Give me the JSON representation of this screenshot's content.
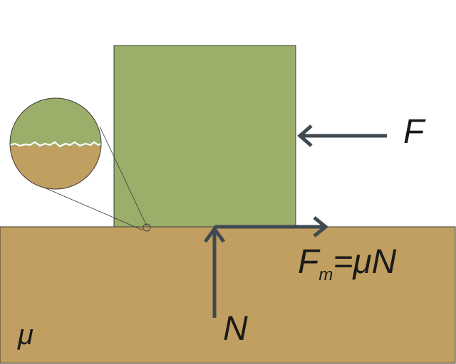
{
  "colors": {
    "block": "#9bae6a",
    "surface": "#c19f60",
    "arrow": "#3e4a50",
    "outline": "#3a3a3a",
    "text": "#1a1a1a",
    "background": "#ffffff"
  },
  "labels": {
    "applied_force": "F",
    "friction_base": "F",
    "friction_sub": "m",
    "friction_rest": "=μN",
    "normal_force": "N",
    "coefficient": "μ"
  },
  "icons": {
    "magnifier": "zoom-circle-icon"
  }
}
